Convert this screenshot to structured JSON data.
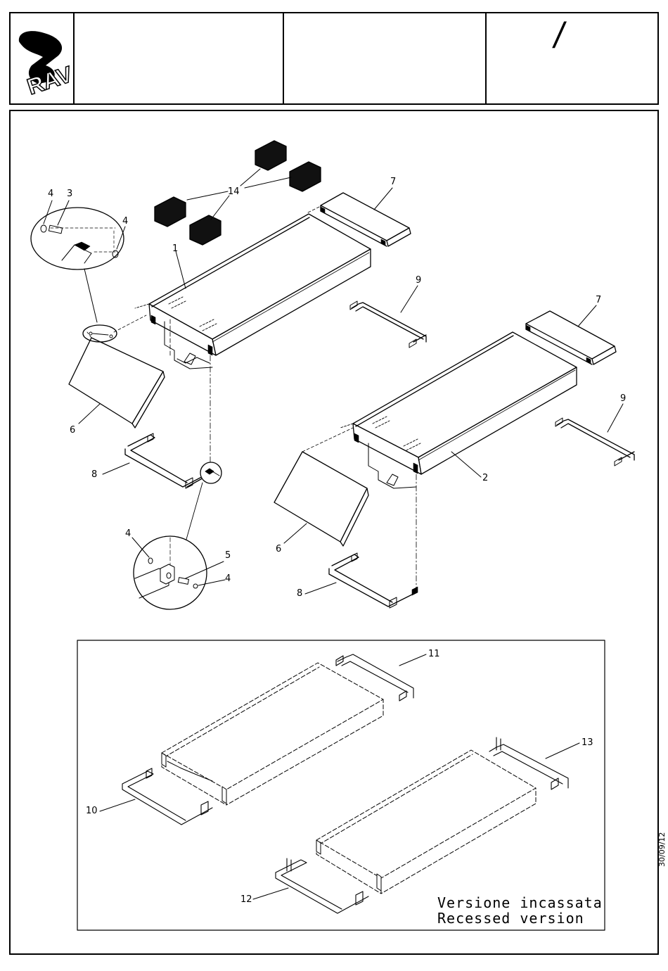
{
  "logo": {
    "text": "RAV",
    "icon": "rav-logo-icon"
  },
  "header": {
    "title": "",
    "code": "",
    "page": "/"
  },
  "date": "30/09/12",
  "callouts": {
    "c1": "1",
    "c2": "2",
    "c3": "3",
    "c4a": "4",
    "c4b": "4",
    "c4c": "4",
    "c4d": "4",
    "c5": "5",
    "c6a": "6",
    "c6b": "6",
    "c7a": "7",
    "c7b": "7",
    "c8a": "8",
    "c8b": "8",
    "c9a": "9",
    "c9b": "9",
    "c10": "10",
    "c11": "11",
    "c12": "12",
    "c13": "13",
    "c14": "14"
  },
  "inset": {
    "caption_line1": "Versione incassata",
    "caption_line2": "Recessed version"
  }
}
